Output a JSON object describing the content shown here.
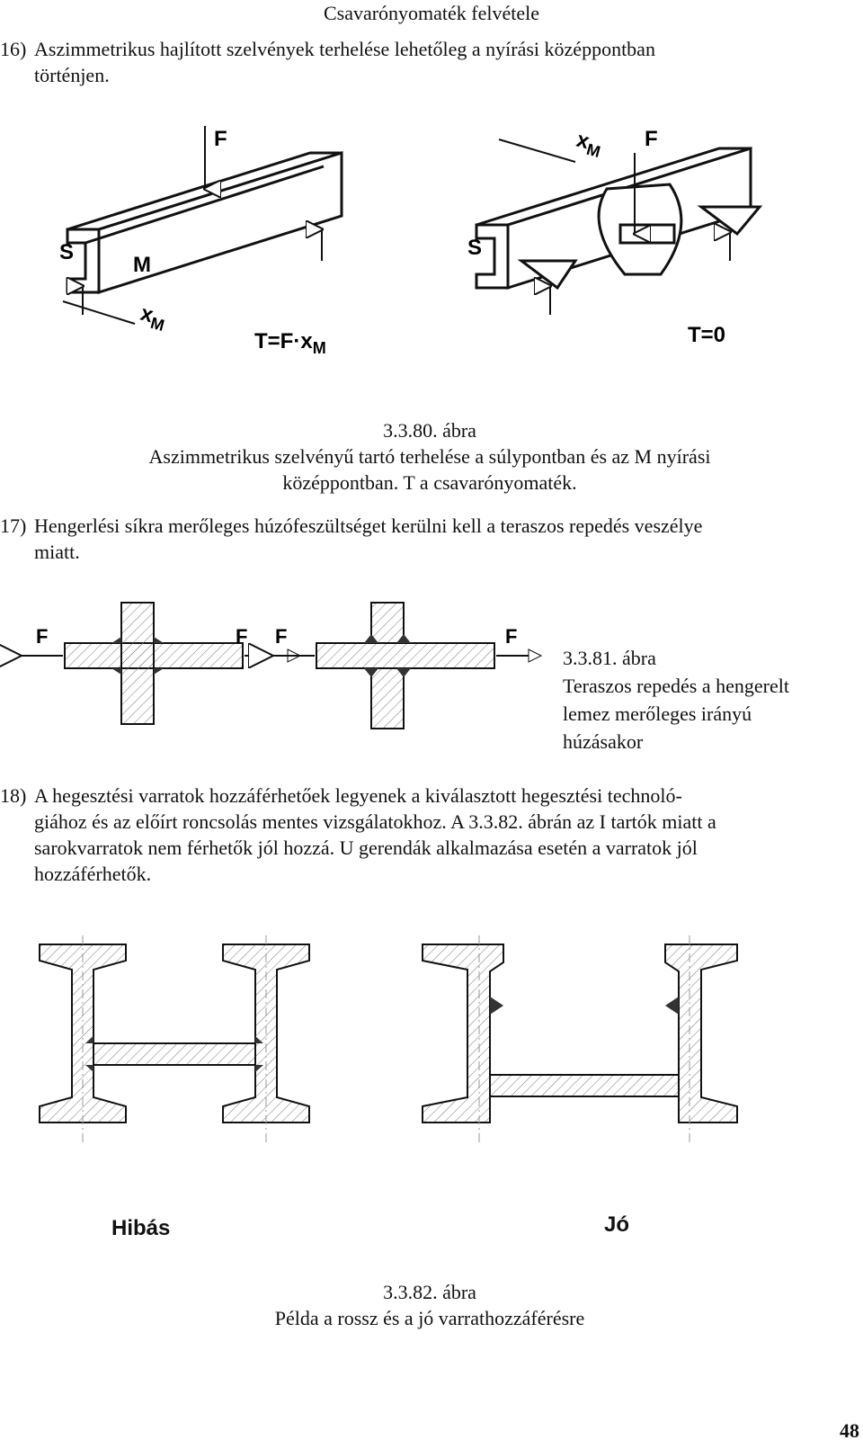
{
  "header": "Csavarónyomaték felvétele",
  "items": [
    {
      "num": "16)",
      "lines": [
        "Aszimmetrikus hajlított szelvények terhelése lehetőleg a nyírási középpontban",
        "történjen."
      ]
    },
    {
      "num": "17)",
      "lines": [
        "Hengerlési síkra merőleges húzófeszültséget kerülni kell a teraszos repedés veszélye",
        "miatt."
      ]
    },
    {
      "num": "18)",
      "lines": [
        "A hegesztési varratok hozzáférhetőek legyenek a kiválasztott hegesztési technoló-",
        "giához és az előírt roncsolás mentes vizsgálatokhoz. A 3.3.82. ábrán az I tartók miatt a",
        "sarokvarratok nem férhetők jól hozzá. U gerendák alkalmazása esetén a varratok jól",
        "hozzáférhetők."
      ]
    }
  ],
  "fig80": {
    "labels": {
      "F": "F",
      "S": "S",
      "M": "M",
      "xM_x": "x",
      "xM_sub": "M",
      "T_left": "T=F·x",
      "T_left_sub": "M",
      "T_right": "T=0"
    },
    "caption_num": "3.3.80. ábra",
    "caption_lines": [
      "Aszimmetrikus szelvényű tartó terhelése a súlypontban és az M nyírási",
      "középpontban. T a csavarónyomaték."
    ]
  },
  "fig81": {
    "labels": {
      "F": "F"
    },
    "caption_lines": [
      "3.3.81. ábra",
      "Teraszos repedés a hengerelt",
      "lemez merőleges irányú",
      "húzásakor"
    ]
  },
  "fig82": {
    "labels": {
      "bad": "Hibás",
      "good": "Jó"
    },
    "caption_num": "3.3.82. ábra",
    "caption": "Példa a rossz és a jó varrathozzáférésre"
  },
  "page_number": "48"
}
